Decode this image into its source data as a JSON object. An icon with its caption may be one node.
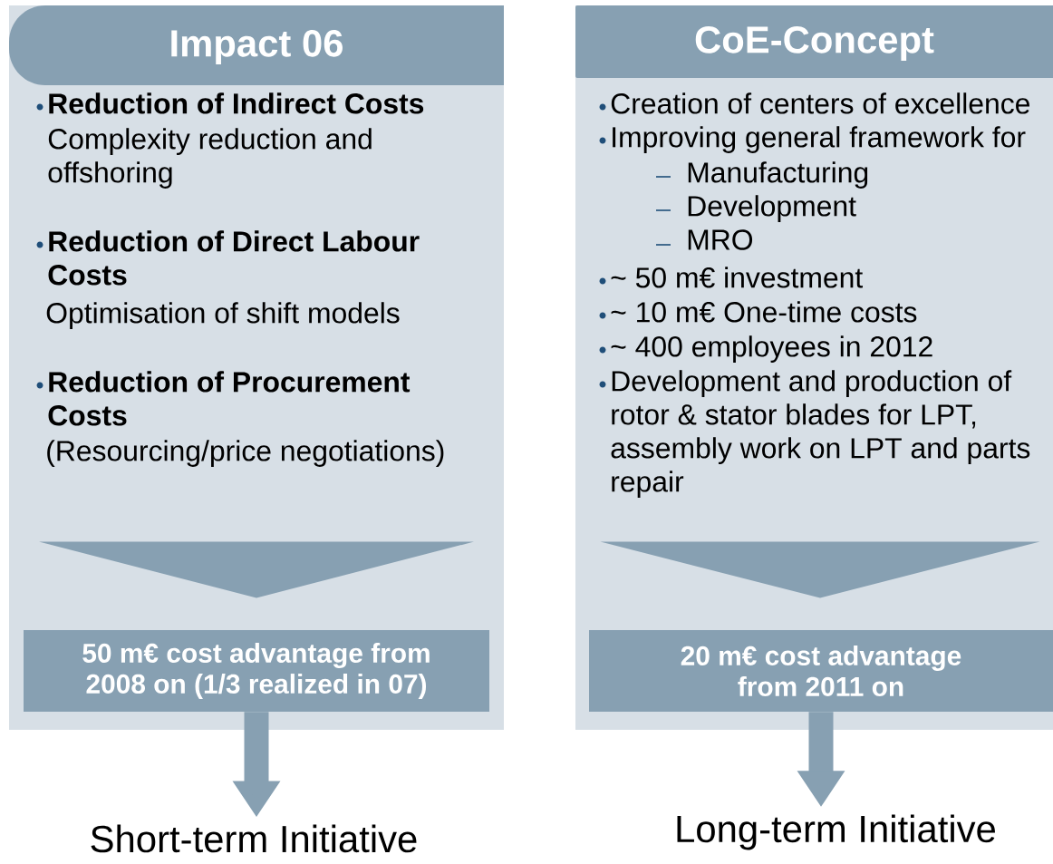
{
  "diagram": {
    "nodes": [
      {
        "text": [
          "Impact 06",
          "Reduction of Indirect Costs",
          "Complexity reduction and offshoring",
          "Reduction of Direct Labour Costs",
          "Optimisation of shift models",
          "Reduction of Procurement Costs",
          "(Resourcing/price negotiations)"
        ]
      },
      {
        "text": [],
        "shape": "triangle",
        "in": 0
      },
      {
        "text": [
          "50 m€ cost advantage from 2008 on (1/3 realized in 07)"
        ],
        "in": 0
      },
      {
        "text": [
          "Short-term Initiative"
        ]
      },
      {
        "text": [
          "CoE-Concept",
          "Creation of centers of excellence",
          "Improving general framework for",
          "Manufacturing",
          "Development",
          "MRO",
          "~ 50 m€ investment",
          "~ 10 m€ One-time costs",
          "~ 400 employees in 2012",
          "Development and production of rotor & stator blades for LPT, assembly work on LPT and parts repair"
        ]
      },
      {
        "text": [],
        "shape": "triangle",
        "in": 4
      },
      {
        "text": [
          "20 m€ cost advantage from 2011 on"
        ],
        "in": 4
      },
      {
        "text": [
          "Long-term Initiative"
        ]
      }
    ],
    "edges": [
      {
        "from": 2,
        "to": 3,
        "arrow": "to"
      },
      {
        "from": 6,
        "to": 7,
        "arrow": "to"
      }
    ]
  }
}
